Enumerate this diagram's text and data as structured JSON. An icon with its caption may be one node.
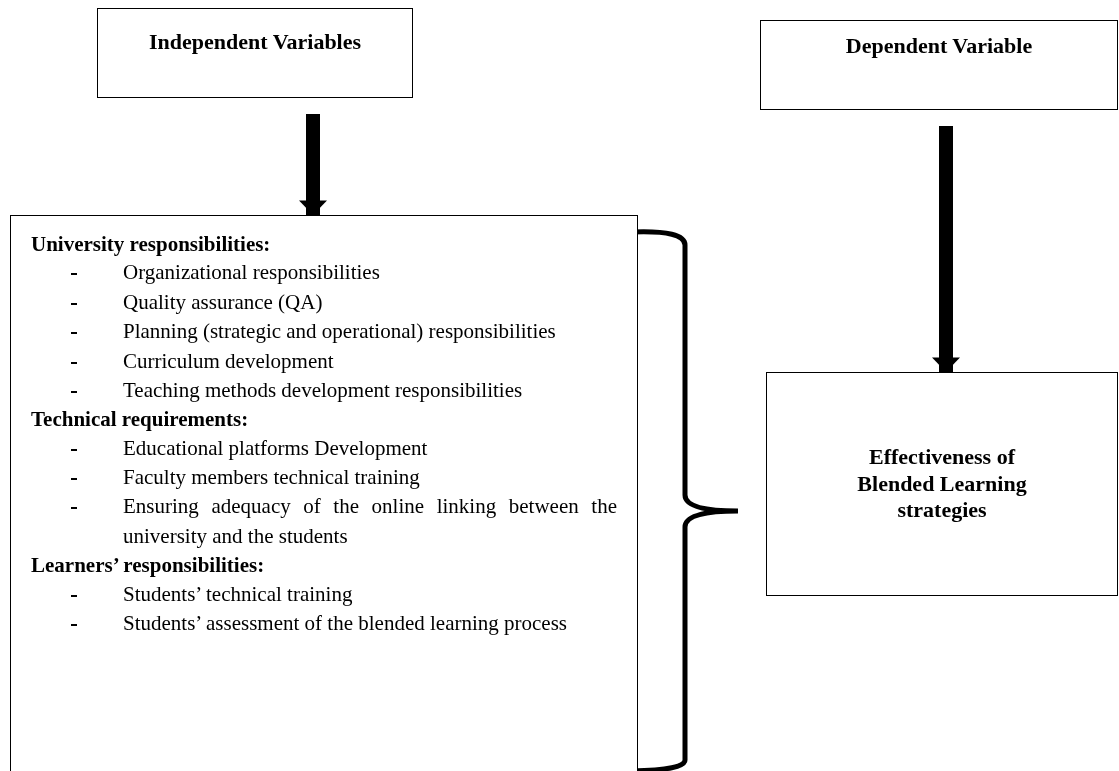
{
  "diagram": {
    "nodes": [
      {
        "text": [
          "Independent Variables"
        ]
      },
      {
        "text": [
          "Dependent Variable"
        ]
      },
      {
        "text": [
          "University responsibilities:",
          "Organizational responsibilities",
          "Quality assurance (QA)",
          "Planning (strategic and operational) responsibilities",
          "Curriculum development",
          "Teaching methods development responsibilities",
          "Technical requirements:",
          "Educational platforms Development",
          "Faculty members technical training",
          "Ensuring adequacy of the online linking between the university and the students",
          "Learners’ responsibilities:",
          "Students’ technical training",
          "Students’ assessment of the blended learning process"
        ]
      },
      {
        "text": [
          "Effectiveness of Blended Learning strategies"
        ]
      }
    ],
    "edges": [
      {
        "from": 0,
        "to": 2,
        "arrow": "to"
      },
      {
        "from": 1,
        "to": 3,
        "arrow": "to"
      }
    ]
  }
}
